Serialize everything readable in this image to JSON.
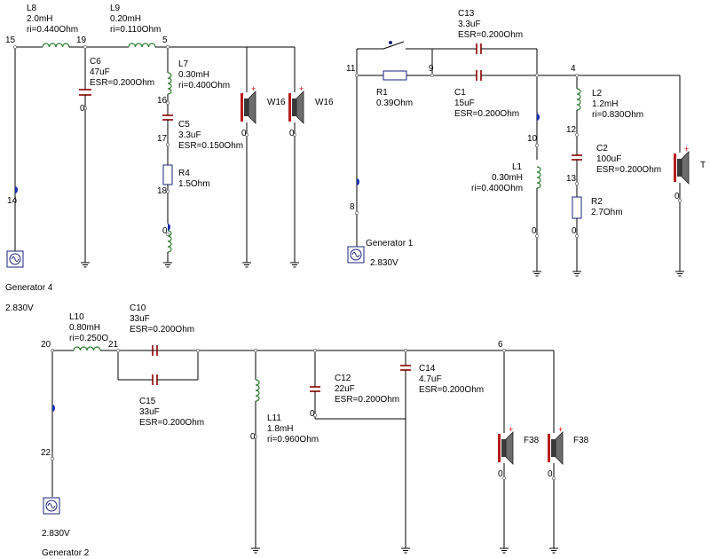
{
  "nodes": {
    "n15": "15",
    "n19": "19",
    "n5": "5",
    "n16": "16",
    "n17": "17",
    "n18": "18",
    "n14": "14",
    "n0_c6": "0",
    "n0_r4": "0",
    "n0_w16a": "0",
    "n0_w16b": "0",
    "n11": "11",
    "n9": "9",
    "n4": "4",
    "n10": "10",
    "n8": "8",
    "n12": "12",
    "n13": "13",
    "n0_l1": "0",
    "n0_r2": "0",
    "n0_t": "0",
    "n20": "20",
    "n21": "21",
    "n22": "22",
    "n6": "6",
    "n0_l11": "0",
    "n0_c12": "0",
    "n0_f38a": "0",
    "n0_f38b": "0"
  },
  "components": {
    "L8": {
      "name": "L8",
      "value": "2.0mH",
      "param": "ri=0.440Ohm"
    },
    "L9": {
      "name": "L9",
      "value": "0.20mH",
      "param": "ri=0.110Ohm"
    },
    "C6": {
      "name": "C6",
      "value": "47uF",
      "param": "ESR=0.200Ohm"
    },
    "L7": {
      "name": "L7",
      "value": "0.30mH",
      "param": "ri=0.400Ohm"
    },
    "C5": {
      "name": "C5",
      "value": "3.3uF",
      "param": "ESR=0.150Ohm"
    },
    "R4": {
      "name": "R4",
      "value": "1.5Ohm"
    },
    "W16a": {
      "name": "W16"
    },
    "W16b": {
      "name": "W16"
    },
    "C13": {
      "name": "C13",
      "value": "3.3uF",
      "param": "ESR=0.200Ohm"
    },
    "R1": {
      "name": "R1",
      "value": "0.39Ohm"
    },
    "C1": {
      "name": "C1",
      "value": "15uF",
      "param": "ESR=0.200Ohm"
    },
    "L1": {
      "name": "L1",
      "value": "0.30mH",
      "param": "ri=0.400Ohm"
    },
    "L2": {
      "name": "L2",
      "value": "1.2mH",
      "param": "ri=0.830Ohm"
    },
    "C2": {
      "name": "C2",
      "value": "100uF",
      "param": "ESR=0.200Ohm"
    },
    "R2": {
      "name": "R2",
      "value": "2.7Ohm"
    },
    "T": {
      "name": "T"
    },
    "L10": {
      "name": "L10",
      "value": "0.80mH",
      "param": "ri=0.250O"
    },
    "C10": {
      "name": "C10",
      "value": "33uF",
      "param": "ESR=0.200Ohm"
    },
    "C15": {
      "name": "C15",
      "value": "33uF",
      "param": "ESR=0.200Ohm"
    },
    "L11": {
      "name": "L11",
      "value": "1.8mH",
      "param": "ri=0.960Ohm"
    },
    "C12": {
      "name": "C12",
      "value": "22uF",
      "param": "ESR=0.200Ohm"
    },
    "C14": {
      "name": "C14",
      "value": "4.7uF",
      "param": "ESR=0.200Ohm"
    },
    "F38a": {
      "name": "F38"
    },
    "F38b": {
      "name": "F38"
    }
  },
  "generators": {
    "g4": {
      "name": "Generator 4",
      "voltage": "2.830V"
    },
    "g1": {
      "name": "Generator 1",
      "voltage": "2.830V"
    },
    "g2": {
      "name": "Generator 2",
      "voltage": "2.830V"
    }
  },
  "colors": {
    "wire": "#000000",
    "inductor": "#2e7d32",
    "capacitor": "#8b0000",
    "resistor": "#1a237e",
    "probe": "#1a2db3",
    "speaker_magnet": "#b71c1c",
    "polarity_plus": "#d50000"
  },
  "icons": [
    "sine-generator-icon",
    "speaker-icon",
    "ground-icon",
    "probe-icon",
    "switch-icon"
  ]
}
